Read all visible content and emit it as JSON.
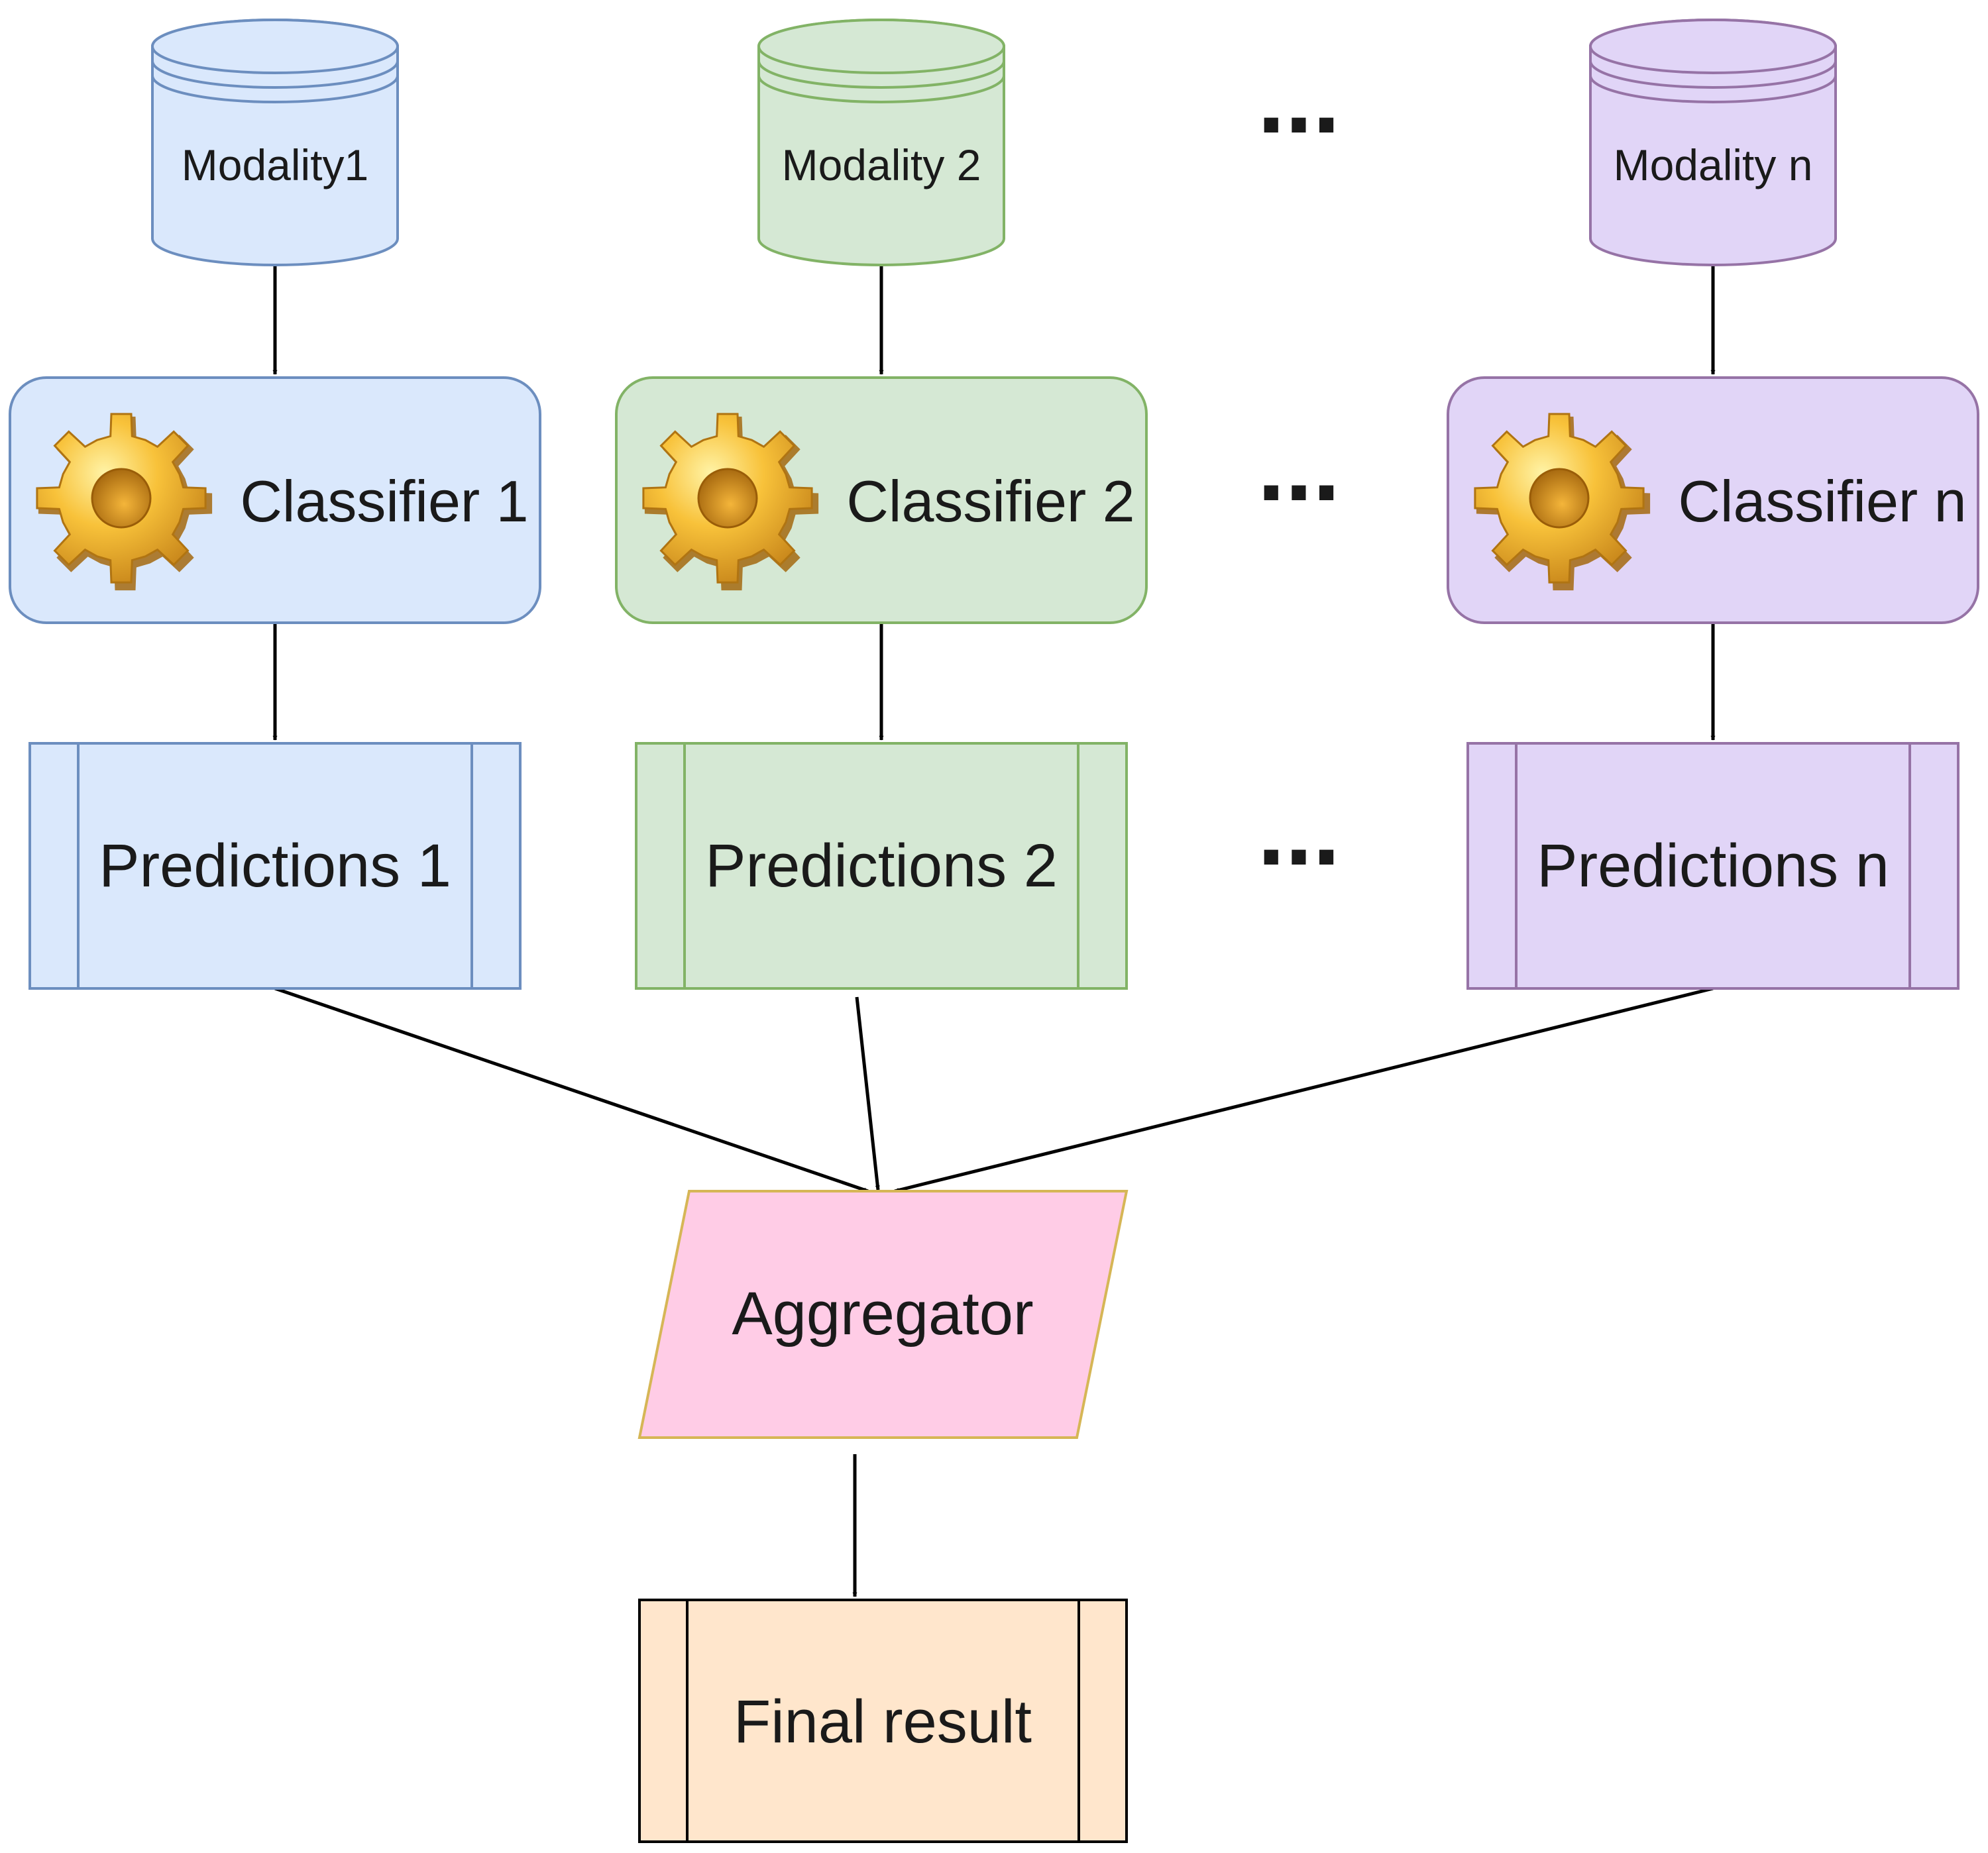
{
  "columns": [
    {
      "modality": "Modality1",
      "classifier": "Classifier 1",
      "predictions": "Predictions 1",
      "colors": {
        "fill": "#dae8fc",
        "stroke": "#6c8ebf"
      }
    },
    {
      "modality": "Modality 2",
      "classifier": "Classifier 2",
      "predictions": "Predictions 2",
      "colors": {
        "fill": "#d5e8d4",
        "stroke": "#82b366"
      }
    },
    {
      "modality": "Modality n",
      "classifier": "Classifier n",
      "predictions": "Predictions n",
      "colors": {
        "fill": "#e1d5f7",
        "stroke": "#9673a6"
      }
    }
  ],
  "ellipsis": "...",
  "aggregator": {
    "label": "Aggregator",
    "colors": {
      "fill": "#ffcce6",
      "stroke": "#d6b656"
    }
  },
  "final_result": {
    "label": "Final result",
    "colors": {
      "fill": "#ffe6cc",
      "stroke": "#000000"
    }
  },
  "edge_color": "#000000",
  "icons": {
    "classifier": "gear-icon"
  }
}
